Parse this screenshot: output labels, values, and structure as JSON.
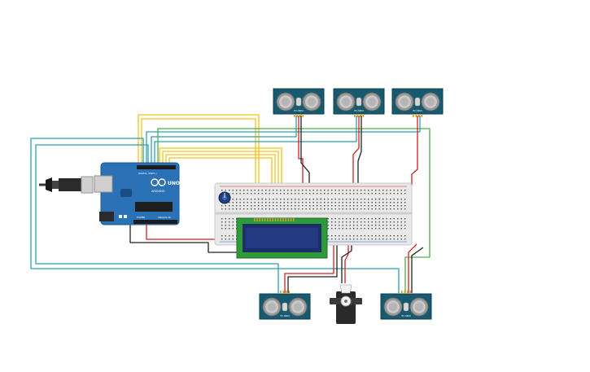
{
  "arduino": {
    "board_label": "UNO",
    "brand": "ARDUINO",
    "digital_label": "DIGITAL (PWM~)",
    "analog_label": "ANALOG IN",
    "power_label": "POWER"
  },
  "sensors": {
    "chip_label": "HC-SR04",
    "items": [
      {
        "id": "s1"
      },
      {
        "id": "s2"
      },
      {
        "id": "s3"
      },
      {
        "id": "s4"
      },
      {
        "id": "s5"
      }
    ]
  },
  "colors": {
    "board": "#2a72b5",
    "sensor": "#17596e",
    "breadboard": "#e9e9e9",
    "lcd_frame": "#2f9a3a",
    "lcd_screen": "#1c2f6a",
    "wire_yellow": "#f0c419",
    "wire_red": "#d81e1e",
    "wire_black": "#222222",
    "wire_teal": "#2aa0b8",
    "wire_green": "#4cae4c",
    "servo": "#2a2a2a"
  },
  "icons": {
    "usb_cable": "usb-cable-icon",
    "potentiometer": "potentiometer-knob-icon",
    "servo": "servo-motor-icon"
  }
}
